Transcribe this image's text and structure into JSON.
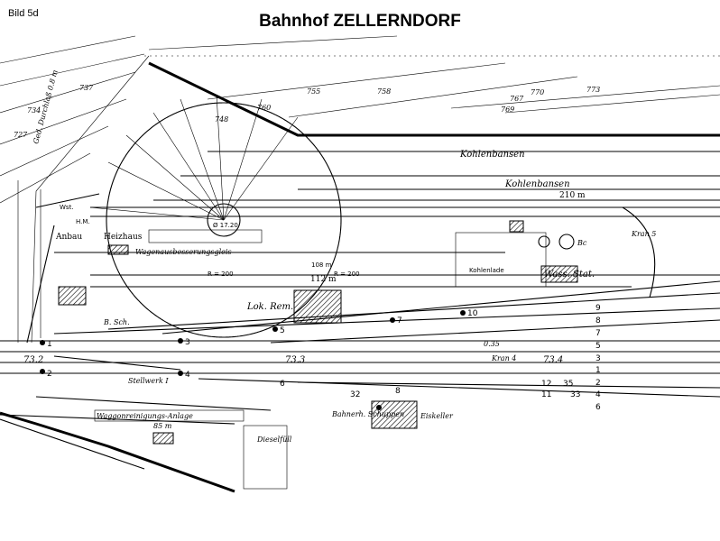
{
  "figure_label": "Bild 5d",
  "title": "Bahnhof ZELLERNDORF",
  "km_marks": [
    "737",
    "734",
    "727",
    "748",
    "755",
    "758",
    "760",
    "767",
    "769",
    "770",
    "773"
  ],
  "buildings": {
    "heizhaus": "Heizhaus",
    "anbau": "Anbau",
    "wagen_ausbesserung": "Wagenausbesserungsgleis",
    "kohlenbansen_1": "Kohlenbansen",
    "kohlenbansen_2": "Kohlenbansen",
    "kohlenbansen_length": "210 m",
    "lok_rem": "Lok. Rem.",
    "wass_stat": "Wass. Stat.",
    "stellwerk": "Stellwerk I",
    "waggon_anlage": "Waggonreinigungs-Anlage",
    "waggon_length": "85 m",
    "bahnerh_schuppen": "Bahnerh. Schuppen",
    "eiskeller": "Eiskeller",
    "kran": "Kran 4",
    "kran_5": "Kran 5",
    "dieselfuel": "Dieselfüll",
    "b_sch": "B. Sch.",
    "bc": "Bc",
    "wst": "Wst.",
    "hm": "H.M.",
    "kohlenlade": "Kohlenlade",
    "flussbett": "Ged. Durchlaß 0.8 m"
  },
  "dimensions": {
    "len_112": "112 m",
    "len_108": "108 m",
    "r_200a": "R = 200",
    "r_200b": "R = 200",
    "turntable": "Ø 17.20"
  },
  "switch_numbers": [
    "1",
    "2",
    "3",
    "4",
    "5",
    "6",
    "7",
    "8",
    "10",
    "11",
    "12",
    "32",
    "33",
    "35"
  ],
  "km_posts": [
    "73.2",
    "73.3",
    "73.4",
    "0.35"
  ],
  "track_numbers": [
    "9",
    "8",
    "7",
    "5",
    "3",
    "1",
    "2",
    "4",
    "6"
  ]
}
